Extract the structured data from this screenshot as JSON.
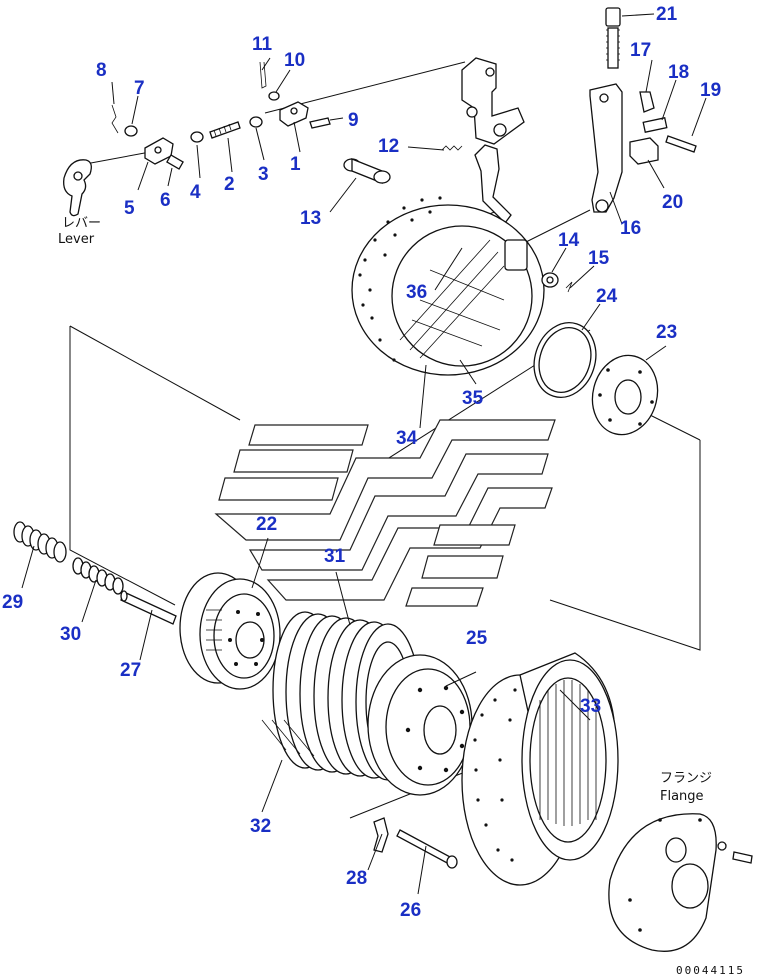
{
  "diagram": {
    "callouts": [
      {
        "id": "n1",
        "label": "1"
      },
      {
        "id": "n2",
        "label": "2"
      },
      {
        "id": "n3",
        "label": "3"
      },
      {
        "id": "n4",
        "label": "4"
      },
      {
        "id": "n5",
        "label": "5"
      },
      {
        "id": "n6",
        "label": "6"
      },
      {
        "id": "n7",
        "label": "7"
      },
      {
        "id": "n8",
        "label": "8"
      },
      {
        "id": "n9",
        "label": "9"
      },
      {
        "id": "n10",
        "label": "10"
      },
      {
        "id": "n11",
        "label": "11"
      },
      {
        "id": "n12",
        "label": "12"
      },
      {
        "id": "n13",
        "label": "13"
      },
      {
        "id": "n14",
        "label": "14"
      },
      {
        "id": "n15",
        "label": "15"
      },
      {
        "id": "n16",
        "label": "16"
      },
      {
        "id": "n17",
        "label": "17"
      },
      {
        "id": "n18",
        "label": "18"
      },
      {
        "id": "n19",
        "label": "19"
      },
      {
        "id": "n20",
        "label": "20"
      },
      {
        "id": "n21",
        "label": "21"
      },
      {
        "id": "n22",
        "label": "22"
      },
      {
        "id": "n23",
        "label": "23"
      },
      {
        "id": "n24",
        "label": "24"
      },
      {
        "id": "n25",
        "label": "25"
      },
      {
        "id": "n26",
        "label": "26"
      },
      {
        "id": "n27",
        "label": "27"
      },
      {
        "id": "n28",
        "label": "28"
      },
      {
        "id": "n29",
        "label": "29"
      },
      {
        "id": "n30",
        "label": "30"
      },
      {
        "id": "n31",
        "label": "31"
      },
      {
        "id": "n32",
        "label": "32"
      },
      {
        "id": "n33",
        "label": "33"
      },
      {
        "id": "n34",
        "label": "34"
      },
      {
        "id": "n35",
        "label": "35"
      },
      {
        "id": "n36",
        "label": "36"
      }
    ],
    "lever_label_jp": "レバー",
    "lever_label_en": "Lever",
    "flange_label_jp": "フランジ",
    "flange_label_en": "Flange",
    "reference_code": "00044115"
  }
}
